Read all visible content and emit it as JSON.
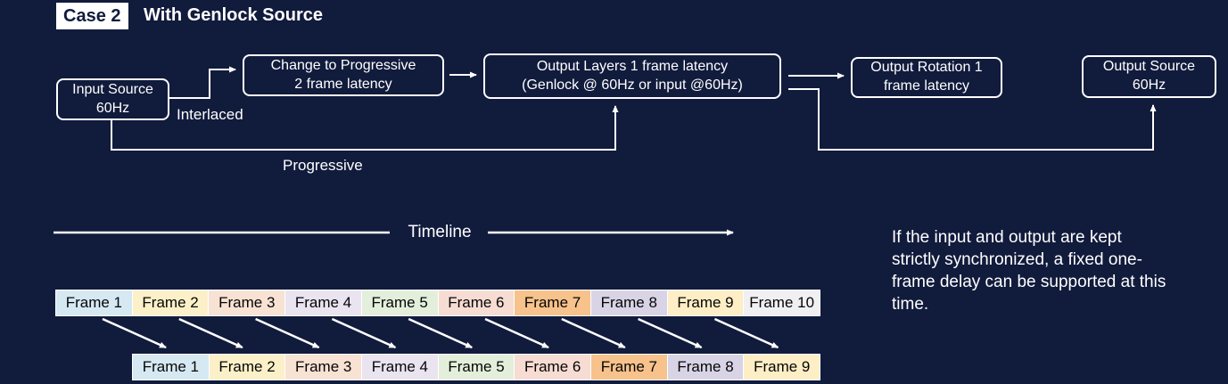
{
  "header": {
    "case_tag": "Case 2",
    "title": "With Genlock Source"
  },
  "flow": {
    "boxes": [
      {
        "label": "Input Source\n60Hz"
      },
      {
        "label": "Change to Progressive\n2 frame latency"
      },
      {
        "label": "Output Layers 1 frame latency\n(Genlock @ 60Hz or input @60Hz)"
      },
      {
        "label": "Output Rotation 1\nframe latency"
      },
      {
        "label": "Output Source\n60Hz"
      }
    ],
    "edge_labels": {
      "interlaced": "Interlaced",
      "progressive": "Progressive"
    }
  },
  "timeline": {
    "label": "Timeline"
  },
  "frames": {
    "row1": [
      "Frame 1",
      "Frame 2",
      "Frame 3",
      "Frame 4",
      "Frame 5",
      "Frame 6",
      "Frame 7",
      "Frame 8",
      "Frame 9",
      "Frame 10"
    ],
    "row2": [
      "Frame 1",
      "Frame 2",
      "Frame 3",
      "Frame 4",
      "Frame 5",
      "Frame 6",
      "Frame 7",
      "Frame 8",
      "Frame 9"
    ],
    "colors": [
      "#d6e9f3",
      "#fcf0c8",
      "#f8e2d4",
      "#e9e4f0",
      "#e4efdb",
      "#f7dcd3",
      "#f7c28b",
      "#d8d4e6",
      "#fdeec6",
      "#f0f0f2"
    ]
  },
  "note": {
    "text": "If the input and output are kept\nstrictly synchronized, a fixed one-\nframe delay can be supported at this\ntime."
  },
  "colors": {
    "background": "#111b3c",
    "line": "#ffffff",
    "box_border": "#ffffff",
    "case_tag_bg": "#ffffff",
    "case_tag_text": "#111b3c",
    "frame_text": "#050505"
  }
}
